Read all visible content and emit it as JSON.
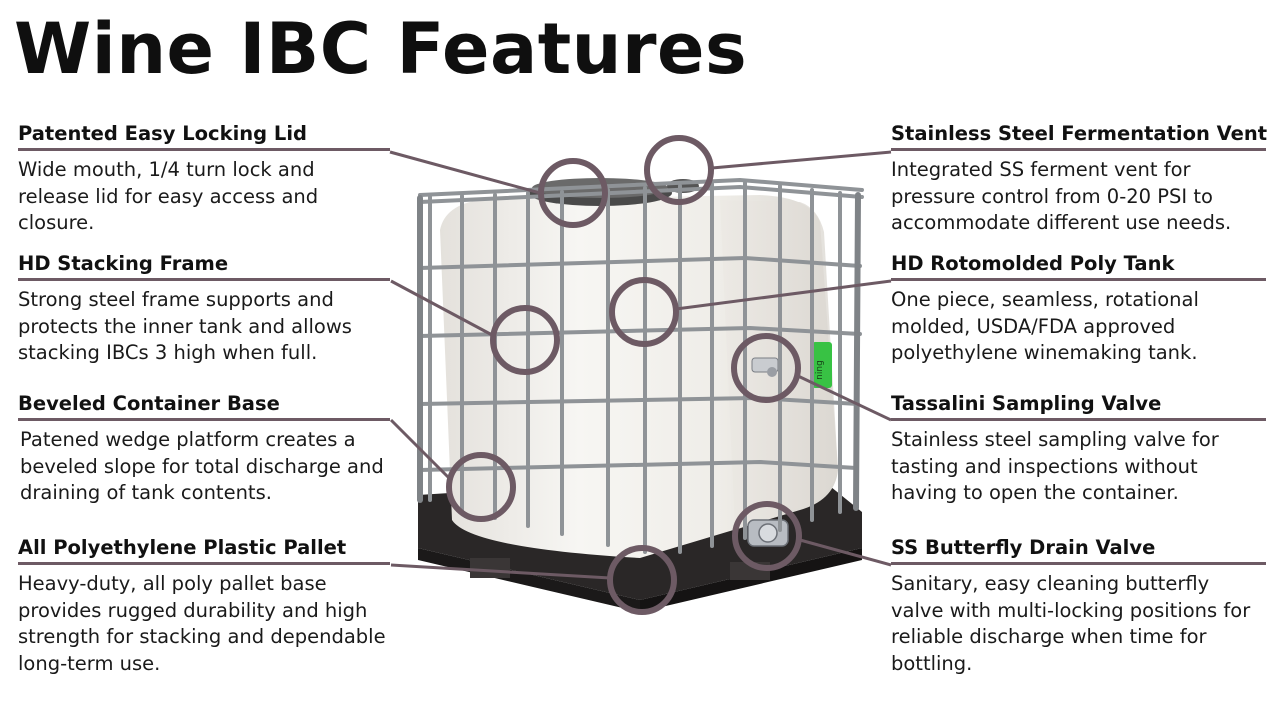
{
  "title": "Wine IBC Features",
  "colors": {
    "accent": "#6d5a64",
    "circle": "#6d5a64"
  },
  "features": {
    "lid": {
      "heading": "Patented Easy Locking Lid",
      "text": "Wide mouth, 1/4 turn lock and release lid for easy access and closure."
    },
    "frame": {
      "heading": "HD Stacking Frame",
      "text": "Strong steel frame supports and protects the inner tank and allows stacking IBCs 3 high when full."
    },
    "base": {
      "heading": "Beveled Container Base",
      "text": "Patened wedge platform creates a beveled slope for total discharge and draining of tank contents."
    },
    "pallet": {
      "heading": "All Polyethylene Plastic Pallet",
      "text": "Heavy-duty, all poly pallet base provides rugged durability and high strength for stacking and dependable long-term use."
    },
    "vent": {
      "heading": "Stainless Steel Fermentation Vent",
      "text": "Integrated SS ferment vent for pressure control from 0-20 PSI to accommodate different use needs."
    },
    "tank": {
      "heading": "HD Rotomolded Poly Tank",
      "text": "One piece, seamless, rotational molded, USDA/FDA approved polyethylene winemaking tank."
    },
    "sampling": {
      "heading": "Tassalini Sampling Valve",
      "text": "Stainless steel sampling valve for tasting and inspections without having to open the container."
    },
    "drain": {
      "heading": "SS Butterfly Drain Valve",
      "text": "Sanitary, easy cleaning butterfly valve with multi-locking positions for reliable discharge when time for bottling."
    }
  }
}
